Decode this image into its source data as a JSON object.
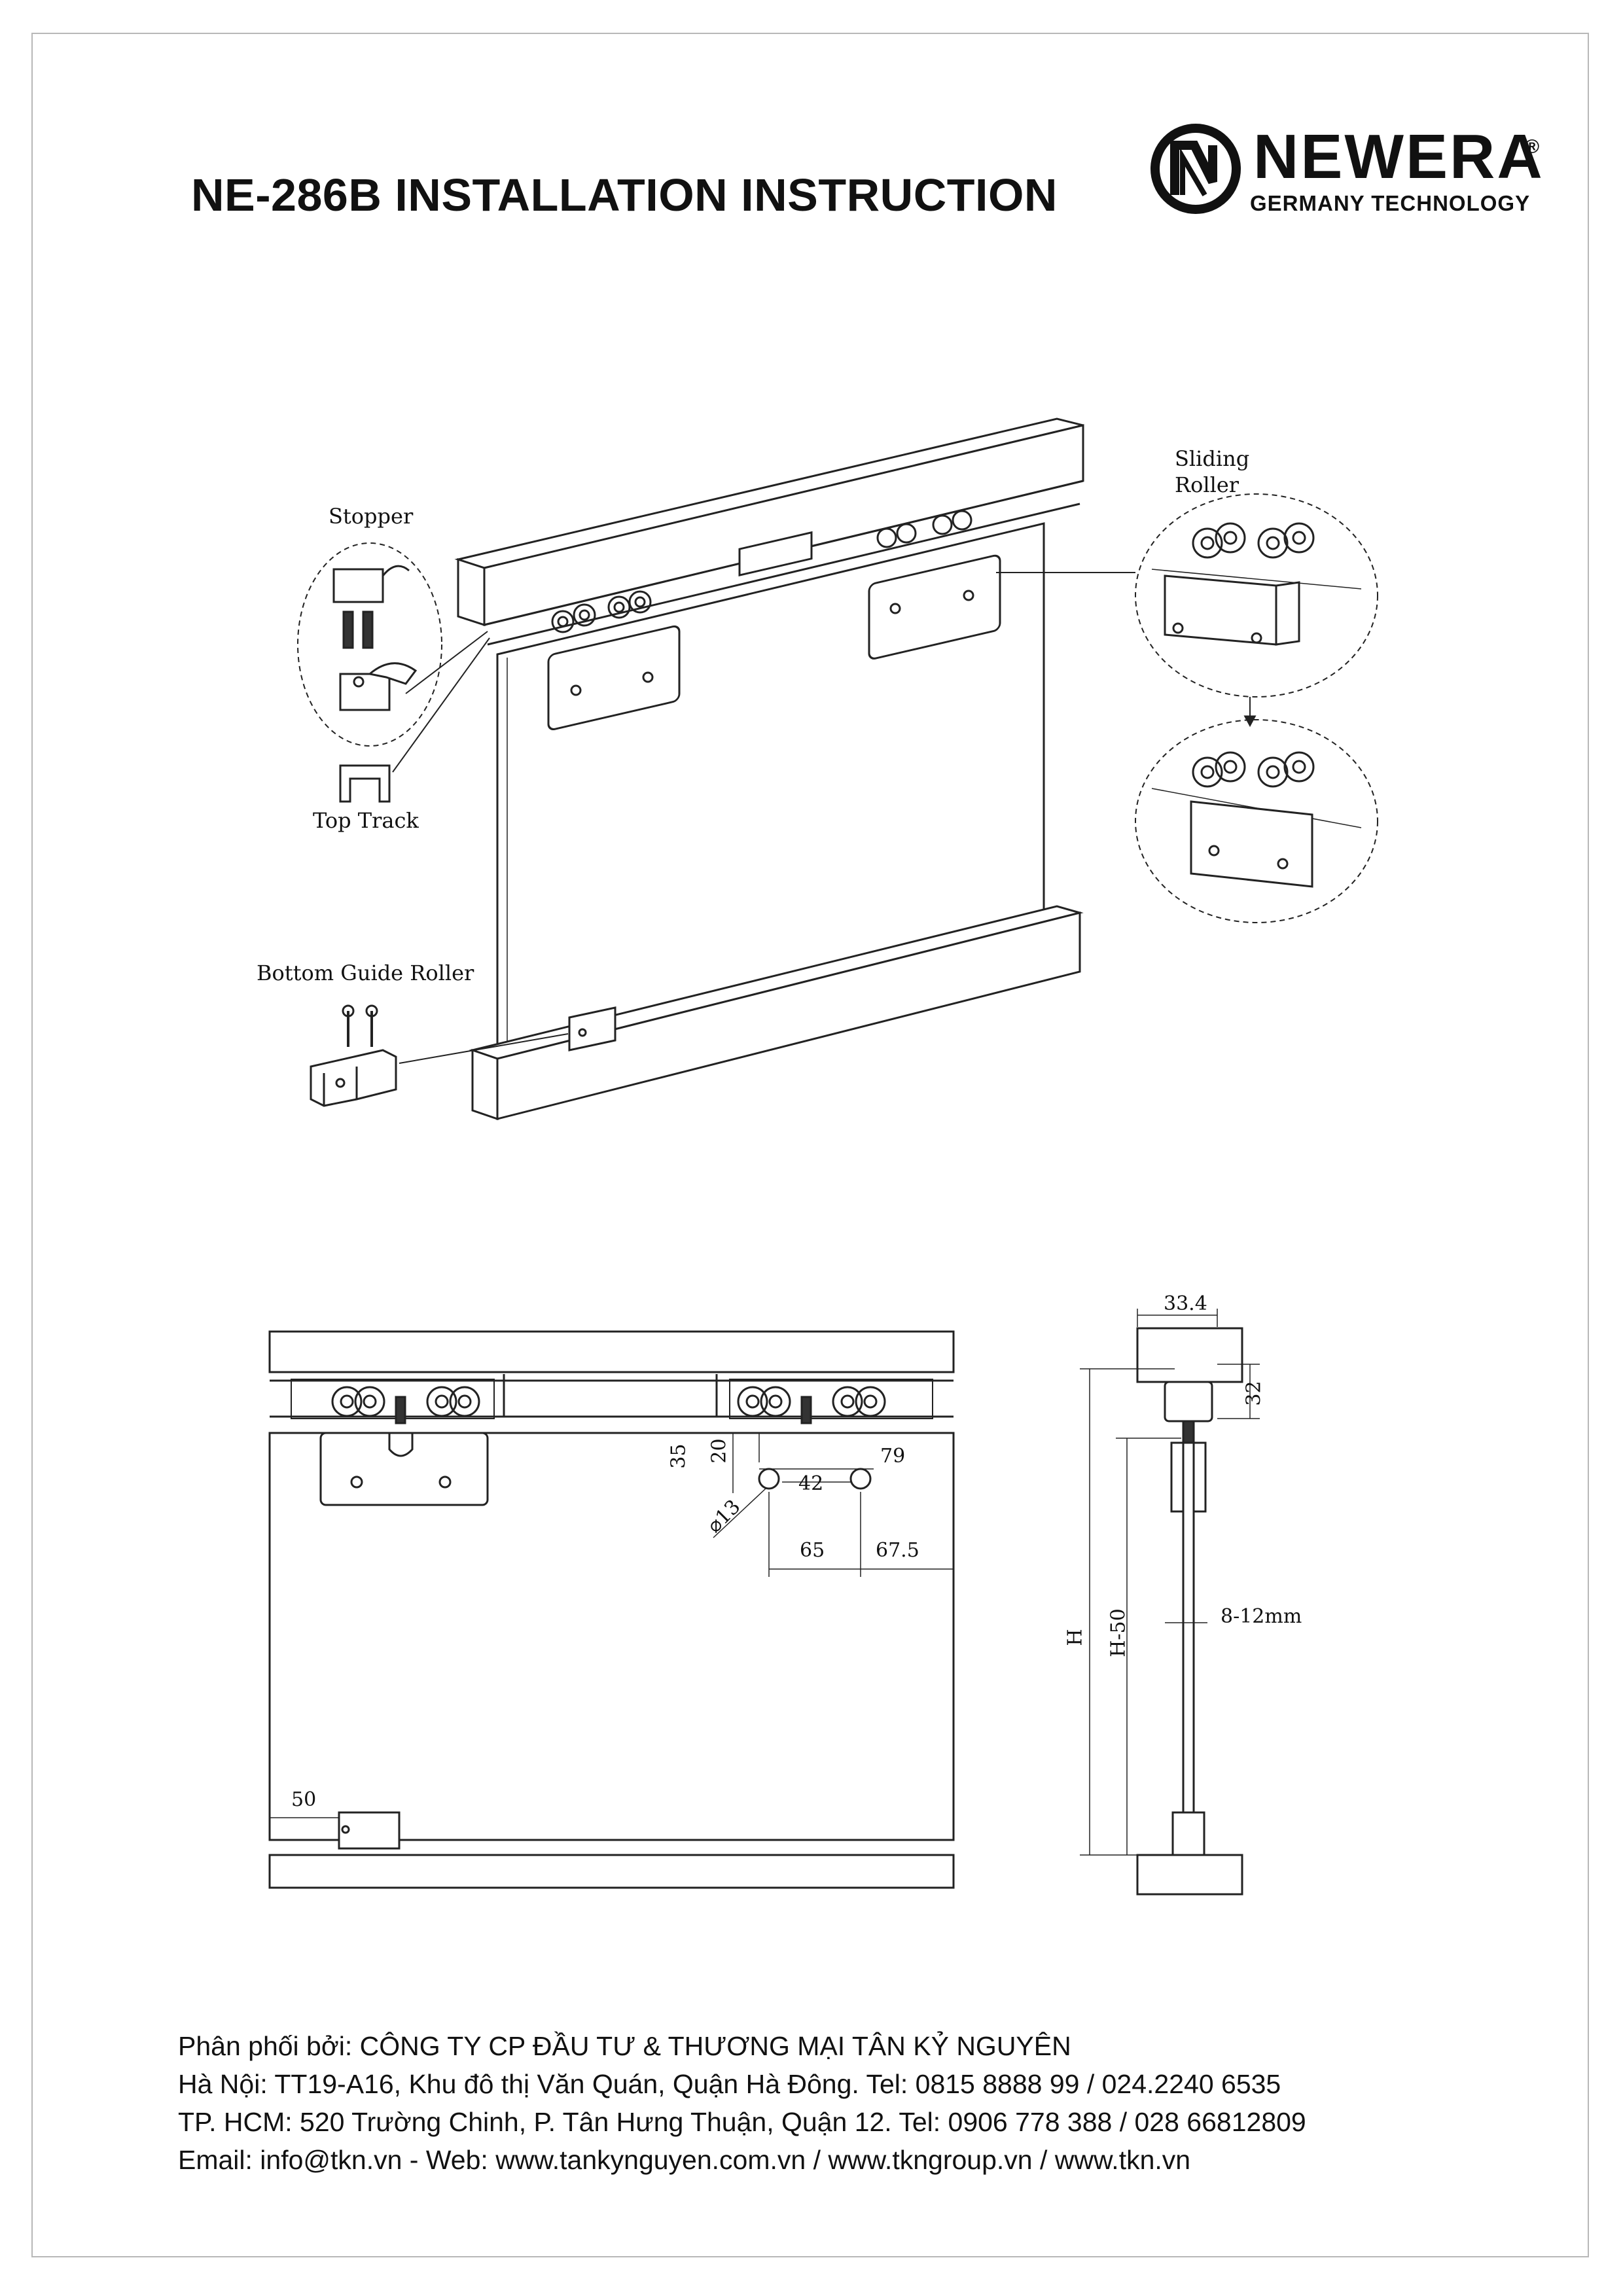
{
  "header": {
    "title": "NE-286B INSTALLATION INSTRUCTION",
    "brand": "NEWERA",
    "registered": "®",
    "tagline": "GERMANY TECHNOLOGY"
  },
  "labels": {
    "stopper": "Stopper",
    "top_track": "Top Track",
    "bottom_guide_roller": "Bottom Guide Roller",
    "sliding_roller_line1": "Sliding",
    "sliding_roller_line2": "Roller"
  },
  "dimensions": {
    "d35": "35",
    "d20": "20",
    "d79": "79",
    "d42": "42",
    "hole": "⌀13",
    "d65": "65",
    "d67_5": "67.5",
    "d50": "50",
    "d33_4": "33.4",
    "d32": "32",
    "h": "H",
    "h_minus_50": "H-50",
    "glass": "8-12mm"
  },
  "footer": {
    "line1": "Phân phối bởi: CÔNG TY CP ĐẦU TƯ & THƯƠNG MẠI TÂN KỶ NGUYÊN",
    "line2": "Hà Nội: TT19-A16, Khu đô thị Văn Quán, Quận Hà Đông. Tel: 0815 8888 99 / 024.2240 6535",
    "line3": "TP. HCM: 520 Trường Chinh, P. Tân Hưng Thuận, Quận 12. Tel: 0906 778 388 / 028 66812809",
    "line4": "Email: info@tkn.vn - Web: www.tankynguyen.com.vn / www.tkngroup.vn / www.tkn.vn"
  }
}
